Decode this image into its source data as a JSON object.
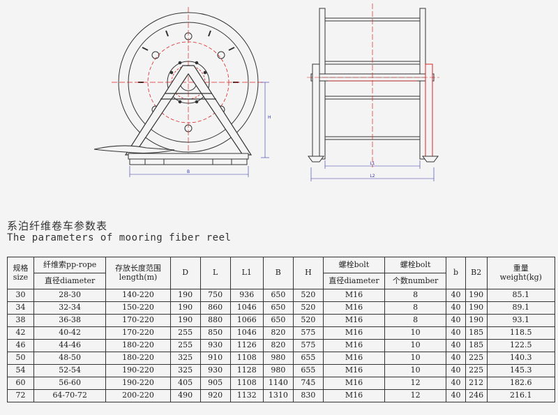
{
  "drawing": {
    "front_view": {
      "dim_width_label": "B",
      "dim_height_label": "H"
    },
    "side_view": {
      "dim_inner_label": "L1",
      "dim_outer_label": "L2"
    }
  },
  "titles": {
    "cn": "系泊纤维卷车参数表",
    "en": "The parameters of mooring fiber reel"
  },
  "table": {
    "header": {
      "size_cn": "规格",
      "size_en": "size",
      "rope_cn": "纤维索pp-rope",
      "rope_diameter": "直径diameter",
      "length_cn": "存放长度范围",
      "length_en": "length(m)",
      "D": "D",
      "L": "L",
      "L1": "L1",
      "B": "B",
      "H": "H",
      "bolt_cn": "螺栓bolt",
      "bolt_diameter": "直径diameter",
      "bolt_count_cn": "螺栓bolt",
      "bolt_count_number": "个数number",
      "b": "b",
      "B2": "B2",
      "weight_cn": "重量",
      "weight_en": "weight(kg)"
    },
    "rows": [
      [
        "30",
        "28-30",
        "140-220",
        "190",
        "750",
        "936",
        "650",
        "520",
        "M16",
        "8",
        "40",
        "190",
        "85.1"
      ],
      [
        "34",
        "32-34",
        "150-220",
        "190",
        "860",
        "1046",
        "650",
        "520",
        "M16",
        "8",
        "40",
        "190",
        "89.1"
      ],
      [
        "38",
        "36-38",
        "170-220",
        "190",
        "880",
        "1066",
        "650",
        "520",
        "M16",
        "8",
        "40",
        "190",
        "93.1"
      ],
      [
        "42",
        "40-42",
        "170-220",
        "255",
        "850",
        "1046",
        "820",
        "575",
        "M16",
        "10",
        "40",
        "185",
        "118.5"
      ],
      [
        "46",
        "44-46",
        "180-220",
        "255",
        "930",
        "1126",
        "820",
        "575",
        "M16",
        "10",
        "40",
        "185",
        "122.5"
      ],
      [
        "50",
        "48-50",
        "180-220",
        "325",
        "910",
        "1108",
        "980",
        "655",
        "M16",
        "10",
        "40",
        "225",
        "140.3"
      ],
      [
        "54",
        "52-54",
        "190-220",
        "325",
        "930",
        "1128",
        "980",
        "655",
        "M16",
        "10",
        "40",
        "225",
        "145.3"
      ],
      [
        "60",
        "56-60",
        "190-220",
        "405",
        "905",
        "1108",
        "1140",
        "745",
        "M16",
        "12",
        "40",
        "212",
        "182.6"
      ],
      [
        "72",
        "64-70-72",
        "200-220",
        "490",
        "920",
        "1132",
        "1310",
        "830",
        "M16",
        "12",
        "40",
        "246",
        "216.1"
      ]
    ]
  }
}
